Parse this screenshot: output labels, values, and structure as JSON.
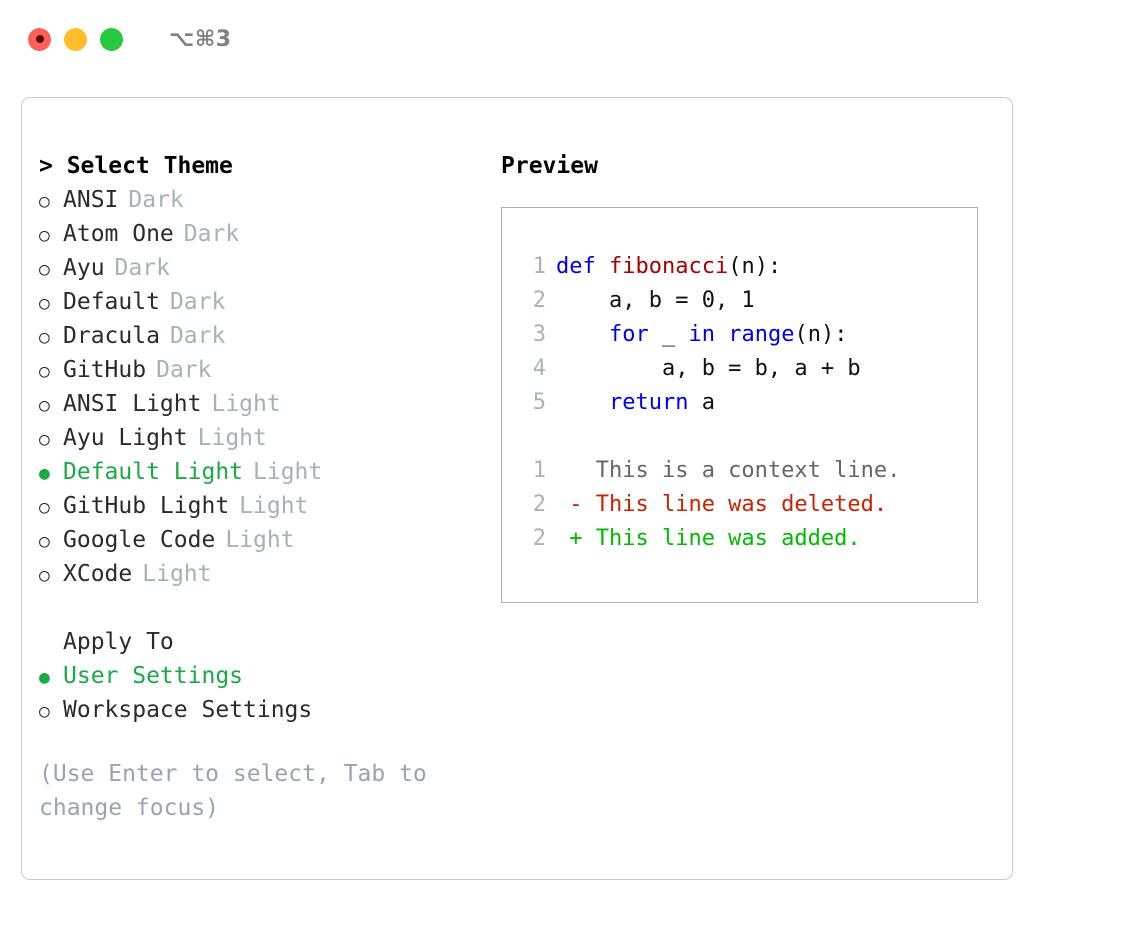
{
  "titlebar": {
    "shortcut": "⌥⌘3",
    "lights": [
      {
        "name": "close",
        "color": "#ff5f57"
      },
      {
        "name": "minimize",
        "color": "#ffbd2e"
      },
      {
        "name": "maximize",
        "color": "#28c840"
      }
    ]
  },
  "theme_picker": {
    "heading": "> Select Theme",
    "selected_marker": "●",
    "unselected_marker": "○",
    "items": [
      {
        "name": "ANSI",
        "tag": "Dark",
        "selected": false
      },
      {
        "name": "Atom One",
        "tag": "Dark",
        "selected": false
      },
      {
        "name": "Ayu",
        "tag": "Dark",
        "selected": false
      },
      {
        "name": "Default",
        "tag": "Dark",
        "selected": false
      },
      {
        "name": "Dracula",
        "tag": "Dark",
        "selected": false
      },
      {
        "name": "GitHub",
        "tag": "Dark",
        "selected": false
      },
      {
        "name": "ANSI Light",
        "tag": "Light",
        "selected": false
      },
      {
        "name": "Ayu Light",
        "tag": "Light",
        "selected": false
      },
      {
        "name": "Default Light",
        "tag": "Light",
        "selected": true
      },
      {
        "name": "GitHub Light",
        "tag": "Light",
        "selected": false
      },
      {
        "name": "Google Code",
        "tag": "Light",
        "selected": false
      },
      {
        "name": "XCode",
        "tag": "Light",
        "selected": false
      }
    ]
  },
  "apply_to": {
    "label": "Apply To",
    "options": [
      {
        "name": "User Settings",
        "selected": true
      },
      {
        "name": "Workspace Settings",
        "selected": false
      }
    ]
  },
  "hint": "(Use Enter to select, Tab to change focus)",
  "preview": {
    "title": "Preview",
    "code_lines": [
      {
        "num": "1",
        "tokens": [
          {
            "t": "def",
            "c": "kw"
          },
          {
            "t": " ",
            "c": "plain"
          },
          {
            "t": "fibonacci",
            "c": "fn"
          },
          {
            "t": "(n):",
            "c": "plain"
          }
        ]
      },
      {
        "num": "2",
        "tokens": [
          {
            "t": "    a, b = 0, 1",
            "c": "plain"
          }
        ]
      },
      {
        "num": "3",
        "tokens": [
          {
            "t": "    ",
            "c": "plain"
          },
          {
            "t": "for",
            "c": "kw"
          },
          {
            "t": " _ ",
            "c": "plain"
          },
          {
            "t": "in",
            "c": "kw"
          },
          {
            "t": " ",
            "c": "plain"
          },
          {
            "t": "range",
            "c": "kw"
          },
          {
            "t": "(n):",
            "c": "plain"
          }
        ]
      },
      {
        "num": "4",
        "tokens": [
          {
            "t": "        a, b = b, a + b",
            "c": "plain"
          }
        ]
      },
      {
        "num": "5",
        "tokens": [
          {
            "t": "    ",
            "c": "plain"
          },
          {
            "t": "return",
            "c": "kw"
          },
          {
            "t": " a",
            "c": "plain"
          }
        ]
      }
    ],
    "diff_lines": [
      {
        "num": "1",
        "marker": " ",
        "text": "This is a context line.",
        "kind": "ctx"
      },
      {
        "num": "2",
        "marker": "-",
        "text": "This line was deleted.",
        "kind": "del"
      },
      {
        "num": "2",
        "marker": "+",
        "text": "This line was added.",
        "kind": "add"
      }
    ]
  },
  "colors": {
    "selected_green": "#1aaa44",
    "tag_gray": "#a8b0bb",
    "hint_gray": "#9aa3b0",
    "keyword_blue": "#0000ee",
    "function_red": "#aa0000",
    "diff_add_green": "#00bb00",
    "diff_del_red": "#cc2200",
    "panel_border": "#c5ccd4"
  }
}
